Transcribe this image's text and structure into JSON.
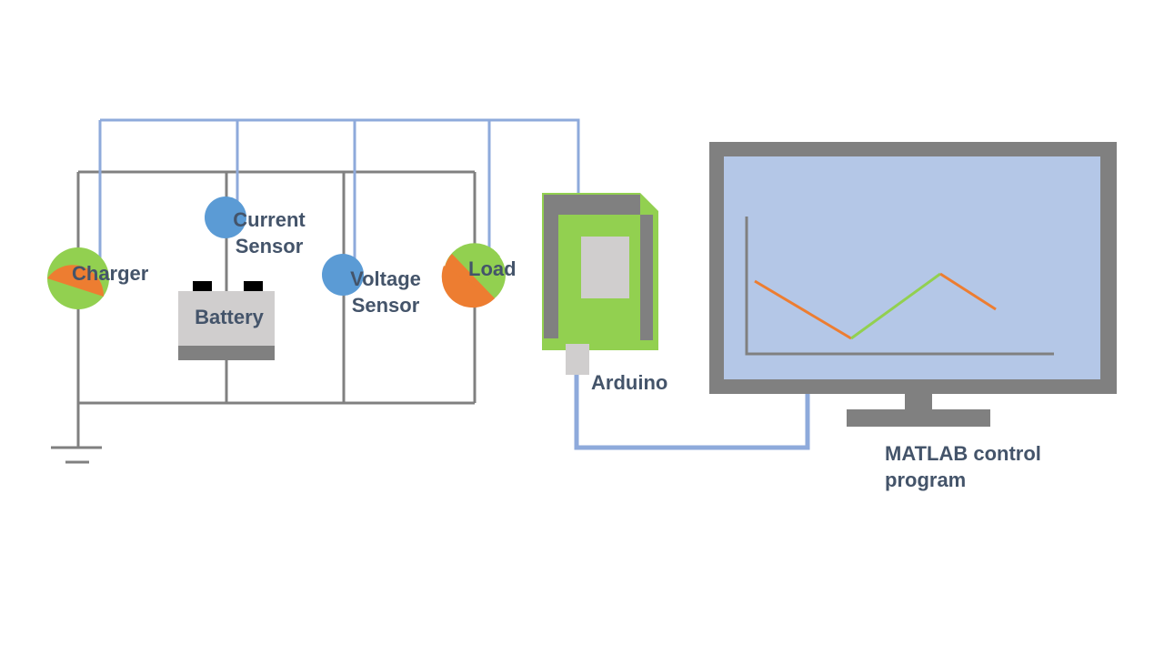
{
  "components": {
    "charger": {
      "label": "Charger"
    },
    "current_sensor": {
      "label_line1": "Current",
      "label_line2": "Sensor"
    },
    "battery": {
      "label": "Battery"
    },
    "voltage_sensor": {
      "label_line1": "Voltage",
      "label_line2": "Sensor"
    },
    "load": {
      "label": "Load"
    },
    "arduino": {
      "label": "Arduino"
    },
    "matlab": {
      "label_line1": "MATLAB control",
      "label_line2": "program"
    }
  },
  "colors": {
    "circuit_wire": "#808080",
    "signal_wire": "#8eaadb",
    "sensor_blue": "#5b9bd5",
    "orange": "#ed7d31",
    "green": "#92d050",
    "battery_body": "#d0cece",
    "battery_base": "#808080",
    "terminal": "#000000",
    "monitor_frame": "#808080",
    "screen": "#b4c7e7",
    "label_text": "#44546a"
  },
  "icons": {
    "charger": "half-orange-half-green-circle",
    "load": "half-orange-half-green-circle",
    "sensors": "blue-circle",
    "ground": "ground-symbol",
    "arduino": "green-board-icon",
    "monitor": "monitor-icon"
  }
}
